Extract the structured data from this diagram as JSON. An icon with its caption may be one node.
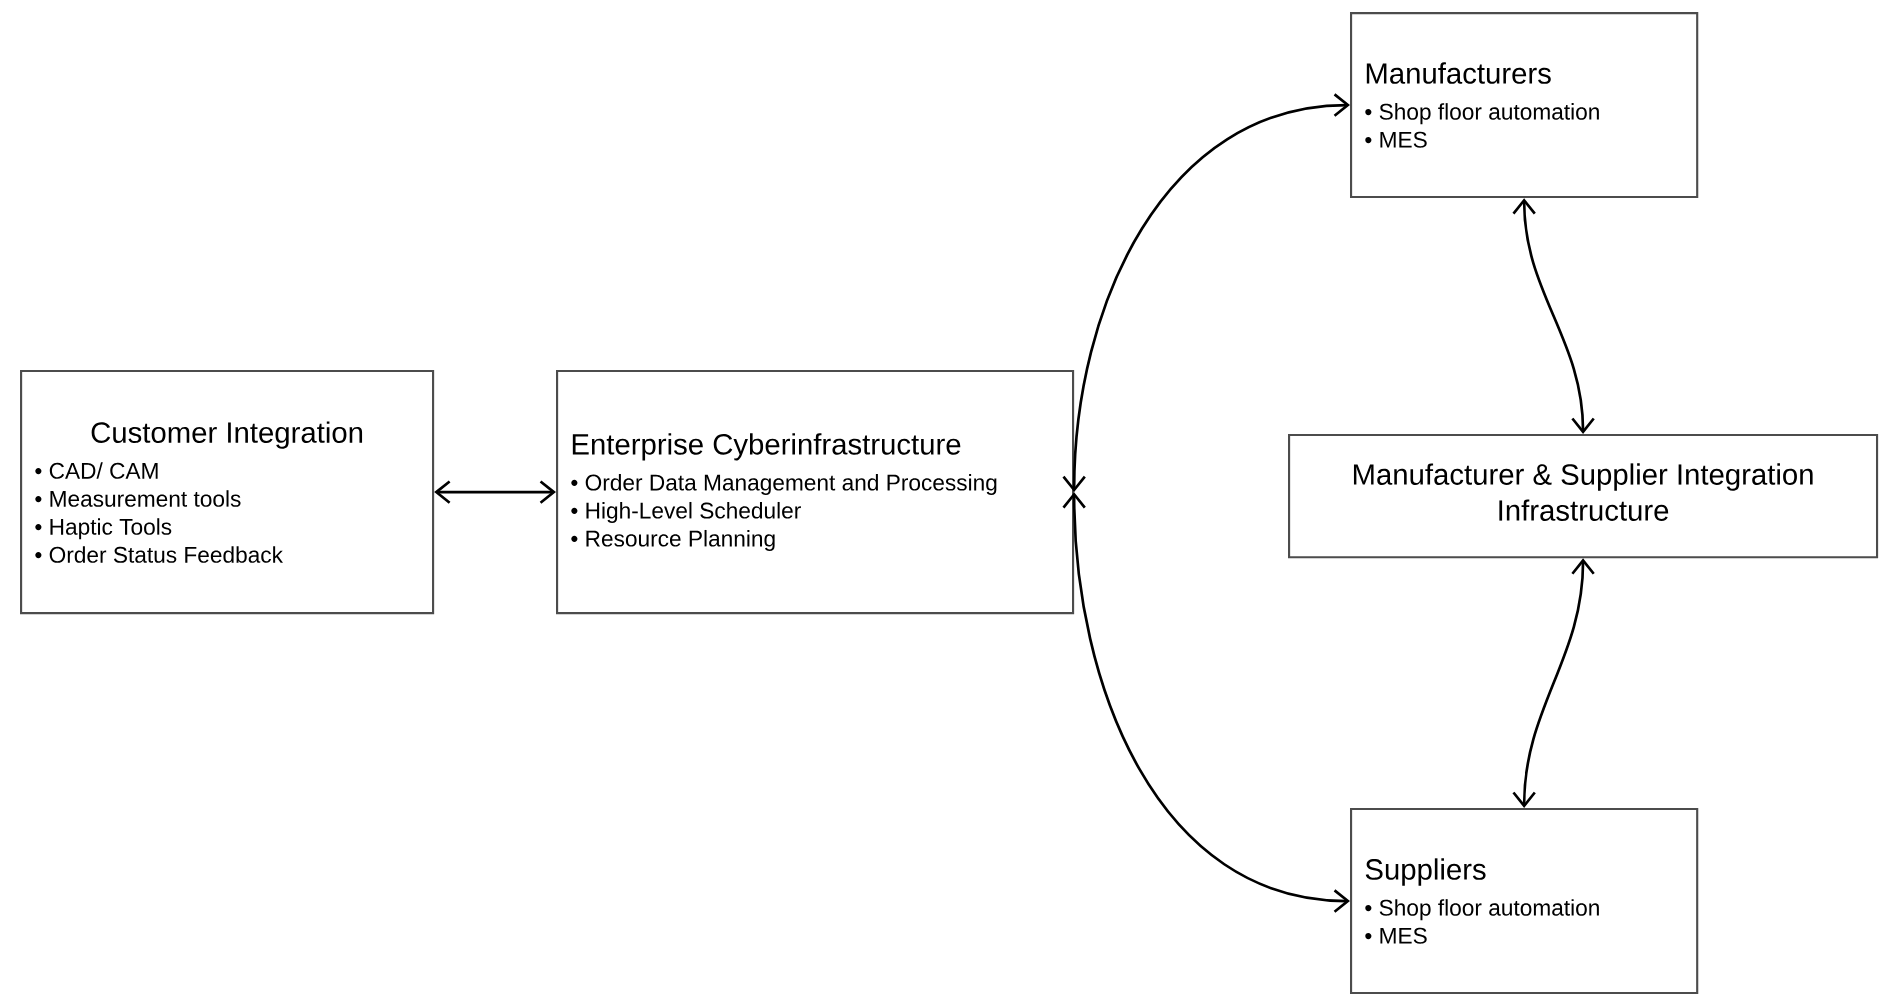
{
  "diagram": {
    "nodes": [
      {
        "text": [
          "Customer Integration",
          "• CAD/ CAM",
          "• Measurement tools",
          "• Haptic Tools",
          "• Order Status Feedback"
        ]
      },
      {
        "text": [
          "Enterprise Cyberinfrastructure",
          "• Order Data Management and Processing",
          "• High-Level Scheduler",
          "• Resource Planning"
        ]
      },
      {
        "text": [
          "Manufacturers",
          "• Shop floor automation",
          "• MES"
        ]
      },
      {
        "text": [
          "Manufacturer & Supplier Integration Infrastructure"
        ]
      },
      {
        "text": [
          "Suppliers",
          "• Shop floor automation",
          "• MES"
        ]
      }
    ],
    "edges": [
      {
        "from": 0,
        "to": 1,
        "arrow": "both"
      },
      {
        "from": 1,
        "to": 2,
        "arrow": "both"
      },
      {
        "from": 1,
        "to": 4,
        "arrow": "both"
      },
      {
        "from": 2,
        "to": 3,
        "arrow": "both"
      },
      {
        "from": 3,
        "to": 4,
        "arrow": "both"
      }
    ]
  }
}
